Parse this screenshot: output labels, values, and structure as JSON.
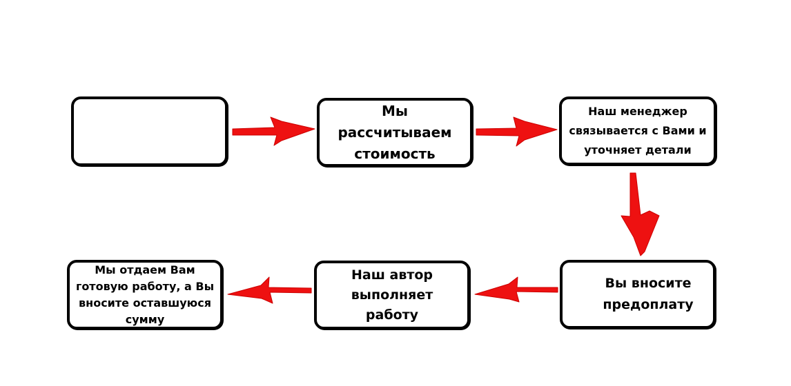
{
  "colors": {
    "box_border": "#000000",
    "box_fill": "#ffffff",
    "arrow": "#ee1111"
  },
  "steps": [
    {
      "text": ""
    },
    {
      "text": "Мы\nрассчитываем\nстоимость"
    },
    {
      "text": "Наш менеджер\nсвязывается с Вами и\nуточняет детали"
    },
    {
      "text": "Вы вносите\nпредоплату"
    },
    {
      "text": "Наш автор\nвыполняет\nработу"
    },
    {
      "text": "Мы отдаем Вам\nготовую работу, а Вы\nвносите оставшуюся\nсумму"
    }
  ],
  "arrows": [
    {
      "from": "step-1",
      "to": "step-2",
      "direction": "right"
    },
    {
      "from": "step-2",
      "to": "step-3",
      "direction": "right"
    },
    {
      "from": "step-3",
      "to": "step-4",
      "direction": "down"
    },
    {
      "from": "step-4",
      "to": "step-5",
      "direction": "left"
    },
    {
      "from": "step-5",
      "to": "step-6",
      "direction": "left"
    }
  ]
}
